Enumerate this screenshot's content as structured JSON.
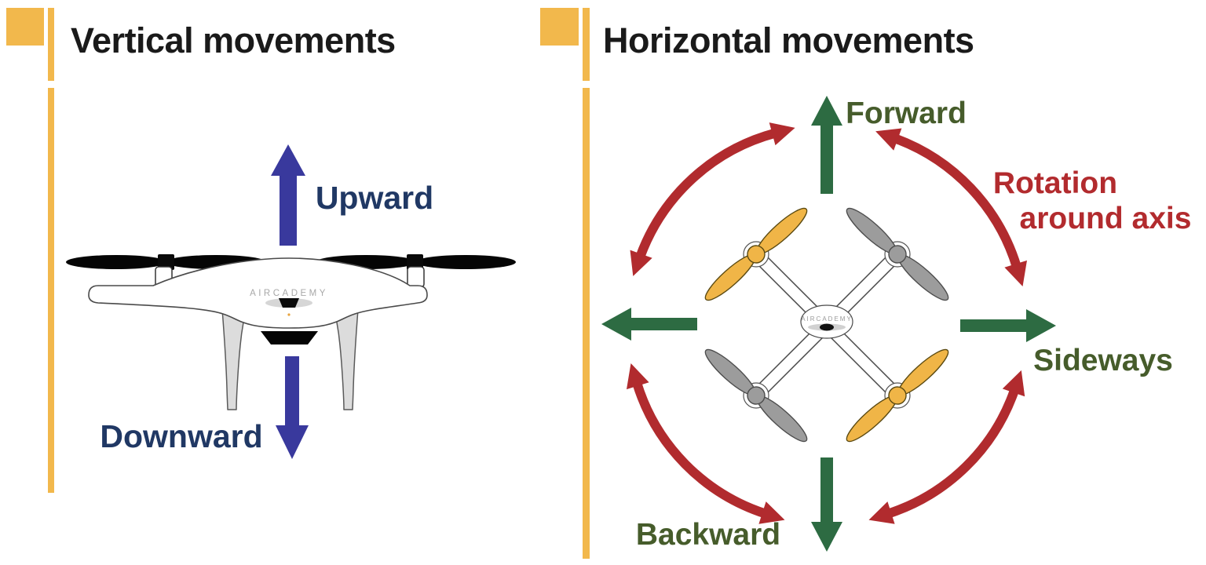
{
  "background": "#ffffff",
  "colors": {
    "accent_yellow": "#F2B84C",
    "arrow_blue": "#39399D",
    "label_navy": "#203864",
    "arrow_green": "#2D6B42",
    "label_green": "#465C2B",
    "arrow_red": "#B12B2E",
    "label_red": "#B22B2E",
    "title_black": "#1A1A1A"
  },
  "left_panel": {
    "title": "Vertical movements",
    "labels": {
      "up": "Upward",
      "down": "Downward"
    },
    "drone_brand": "AIRCADEMY"
  },
  "right_panel": {
    "title": "Horizontal movements",
    "labels": {
      "forward": "Forward",
      "sideways": "Sideways",
      "backward": "Backward",
      "rotation_line1": "Rotation",
      "rotation_line2": "around axis"
    },
    "drone_brand": "AIRCADEMY"
  }
}
